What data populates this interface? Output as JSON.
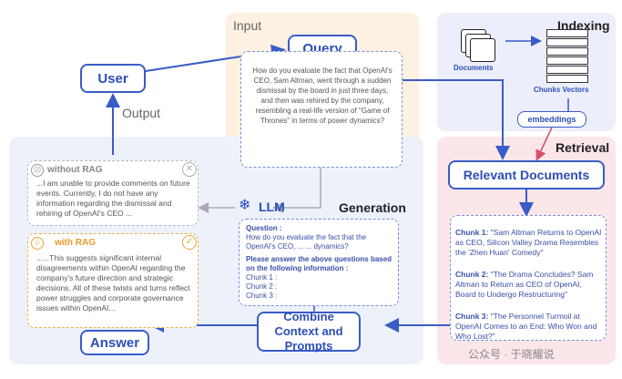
{
  "sections": {
    "input": "Input",
    "indexing": "Indexing",
    "retrieval": "Retrieval",
    "generation": "Generation",
    "output": "Output"
  },
  "nodes": {
    "user": "User",
    "query": "Query",
    "documents": "Documents",
    "chunks_vectors": "Chunks Vectors",
    "embeddings": "embeddings",
    "relevant_documents": "Relevant Documents",
    "llm": "LLM",
    "combine": "Combine Context and Prompts",
    "answer": "Answer"
  },
  "query_text": "How do you evaluate the fact that OpenAI's CEO, Sam Altman, went through a sudden dismissal by the board in just three days, and then was rehired by the company, resembling a real-life version of \"Game of Thrones\" in terms of power dynamics?",
  "without_rag": {
    "label": "without RAG",
    "text": "...I am unable to provide comments on future events. Currently, I do not have any information regarding the dismissal and rehiring of OpenAI's CEO ..."
  },
  "with_rag": {
    "label": "with RAG",
    "text": "......This suggests significant internal disagreements within OpenAI regarding the company's future direction and strategic decisions. All of these twists and turns reflect power struggles and corporate governance issues within OpenAI..."
  },
  "prompt": {
    "question_label": "Question :",
    "question_text": "How do you evaluate the fact that the OpenAI's CEO, ... ... dynamics?",
    "instruction": "Please answer the above questions based on the following information :",
    "chunk1": "Chunk 1 :",
    "chunk2": "Chunk 2 :",
    "chunk3": "Chunk 3 :"
  },
  "chunks": {
    "c1_label": "Chunk 1:",
    "c1_text": "\"Sam Altman Returns to OpenAI as CEO, Silicon Valley Drama Resembles the 'Zhen Huan' Comedy\"",
    "c2_label": "Chunk 2:",
    "c2_text": "\"The Drama Concludes? Sam Altman to Return as CEO of OpenAI, Board to Undergo Restructuring\"",
    "c3_label": "Chunk 3:",
    "c3_text": "\"The Personnel Turmoil at OpenAI Comes to an End: Who Won and Who Lost?\""
  },
  "watermark": "公众号 · 于晓耀说",
  "colors": {
    "accent": "#2b4fb8",
    "input_bg": "#fdf1e2",
    "indexing_bg": "#eceefb",
    "retrieval_bg": "#fbe6ea",
    "generation_bg": "#edf1fa"
  }
}
